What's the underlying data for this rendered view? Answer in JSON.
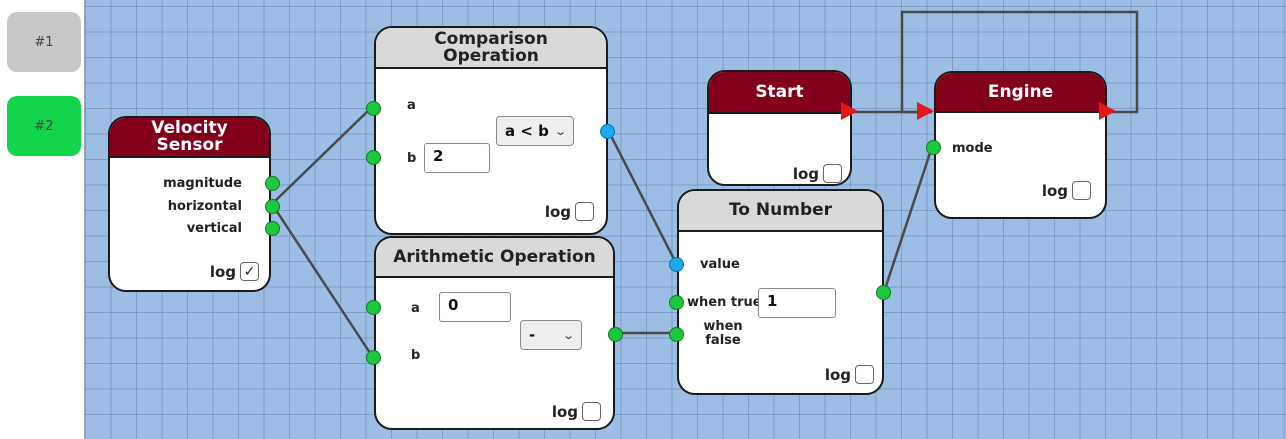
{
  "tabs": [
    {
      "label": "#1",
      "color": "#c8c8c8",
      "active": false
    },
    {
      "label": "#2",
      "color": "#12d44a",
      "active": true
    }
  ],
  "nodes": {
    "velocity_sensor": {
      "title": "Velocity Sensor",
      "outputs": [
        "magnitude",
        "horizontal",
        "vertical"
      ],
      "log_label": "log",
      "log_checked": true
    },
    "comparison": {
      "title": "Comparison Operation",
      "input_a": "a",
      "input_b": "b",
      "b_value": "2",
      "operator": "a < b",
      "log_label": "log",
      "log_checked": false
    },
    "arithmetic": {
      "title": "Arithmetic Operation",
      "input_a": "a",
      "input_b": "b",
      "a_value": "0",
      "operator": "-",
      "log_label": "log",
      "log_checked": false
    },
    "start": {
      "title": "Start",
      "log_label": "log",
      "log_checked": false
    },
    "to_number": {
      "title": "To Number",
      "input_value": "value",
      "input_when_true": "when true",
      "when_true_value": "1",
      "input_when_false": "when false",
      "log_label": "log",
      "log_checked": false
    },
    "engine": {
      "title": "Engine",
      "input_mode": "mode",
      "log_label": "log",
      "log_checked": false
    }
  },
  "colors": {
    "canvas": "#9cbde4",
    "header_red": "#82001a",
    "header_gray": "#d9d9d9",
    "port_green": "#1cc83c",
    "port_blue": "#1ea8ee",
    "flow_arrow": "#e01818",
    "wire": "#4a4a4a"
  },
  "icons": {
    "select_chevron": "chevron-down-icon",
    "checkbox_check": "check-icon",
    "flow_arrow": "play-arrow-icon"
  }
}
